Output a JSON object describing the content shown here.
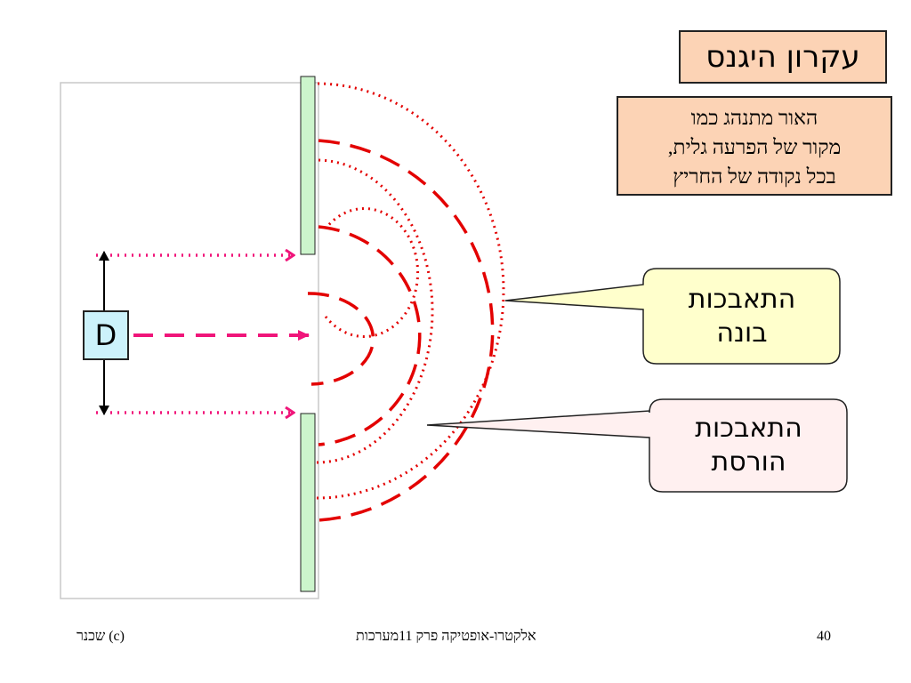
{
  "title": "עקרון היגנס",
  "info_lines": [
    "האור מתנהג כמו",
    "מקור של הפרעה גלית,",
    "בכל נקודה של החריץ"
  ],
  "constructive": [
    "התאבכות",
    "בונה"
  ],
  "destructive": [
    "התאבכות",
    "הורסת"
  ],
  "slit_label": "D",
  "footer": {
    "left": "שכנר (c)",
    "center": "אלקטרו-אופטיקה פרק 11מערכות",
    "right": "40"
  },
  "colors": {
    "title_bg": "#fcd3b5",
    "constructive_bg": "#ffffcc",
    "destructive_bg": "#fff0f0",
    "d_bg": "#ccf2fb",
    "barrier": "#ccf5cc",
    "wavefront": "#e30000",
    "ray": "#f0157a"
  }
}
